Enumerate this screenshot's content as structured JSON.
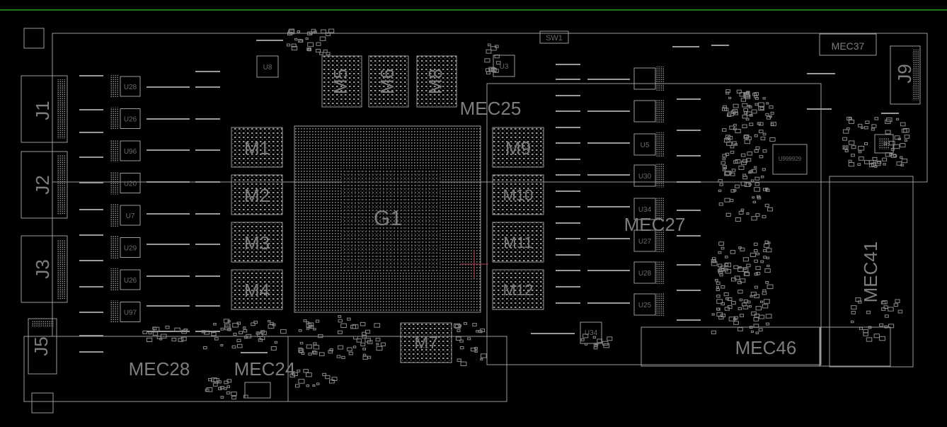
{
  "board": {
    "connectors": {
      "j1": "J1",
      "j2": "J2",
      "j3": "J3",
      "j5": "J5",
      "j9": "J9"
    },
    "memory": {
      "m1": "M1",
      "m2": "M2",
      "m3": "M3",
      "m4": "M4",
      "m5": "M5",
      "m6": "M6",
      "m7": "M7",
      "m8": "M8",
      "m9": "M9",
      "m10": "M10",
      "m11": "M11",
      "m12": "M12"
    },
    "gpu": "G1",
    "switch": "SW1",
    "mec": {
      "mec24": "MEC24",
      "mec25": "MEC25",
      "mec27": "MEC27",
      "mec28": "MEC28",
      "mec37": "MEC37",
      "mec41": "MEC41",
      "mec46": "MEC46"
    },
    "chips": {
      "u3": "U3",
      "u8": "U8",
      "u34": "U34",
      "u5": "U5",
      "u999929": "U999929"
    },
    "small_chips": [
      "U28",
      "U26",
      "U96",
      "U20",
      "U7",
      "U29",
      "U26",
      "U97"
    ],
    "right_chips": [
      "U5",
      "U30",
      "U34",
      "U27",
      "U28",
      "U25"
    ],
    "colors": {
      "background": "#000000",
      "outline": "#9a9a9a",
      "label": "#7d7d7d",
      "top_line": "#1d7a1d",
      "cursor": "#b04050"
    }
  }
}
